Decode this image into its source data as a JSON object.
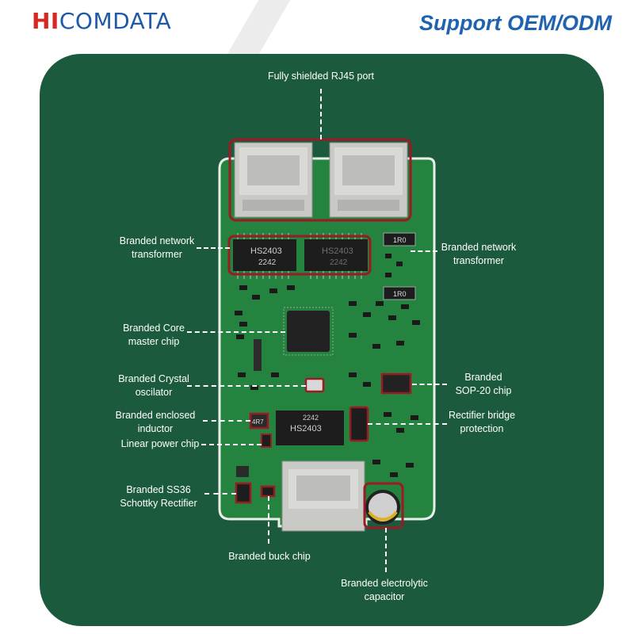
{
  "brand": {
    "logo_hi": "HI",
    "logo_rest": "COMDATA",
    "tagline": "Support OEM/ODM"
  },
  "callouts": {
    "rj45": "Fully shielded RJ45 port",
    "net_transformer_left": "Branded network\ntransformer",
    "net_transformer_right": "Branded network\ntransformer",
    "core_chip": "Branded Core\nmaster chip",
    "crystal": "Branded Crystal\noscilator",
    "inductor": "Branded enclosed\ninductor",
    "linear_power": "Linear power chip",
    "ss36": "Branded SS36\nSchottky Rectifier",
    "buck_chip": "Branded buck chip",
    "sop20": "Branded\nSOP-20 chip",
    "rectifier_bridge": "Rectifier bridge\nprotection",
    "capacitor": "Branded electrolytic\ncapacitor"
  },
  "chip_marks": {
    "hs_left": "HS2403",
    "hs_left_num": "2242",
    "hs_right": "HS2403",
    "hs_right_num": "2242",
    "hs_bottom": "HS2403",
    "hs_bottom_num": "2242",
    "resistor_top": "1R0",
    "resistor_bottom": "1R0",
    "inductor_mark": "4R7"
  },
  "colors": {
    "panel": "#1b5a3d",
    "board": "#1f7a3e",
    "highlight": "#9a1b24",
    "logo_red": "#d42a24",
    "logo_blue": "#1e5aa8"
  }
}
